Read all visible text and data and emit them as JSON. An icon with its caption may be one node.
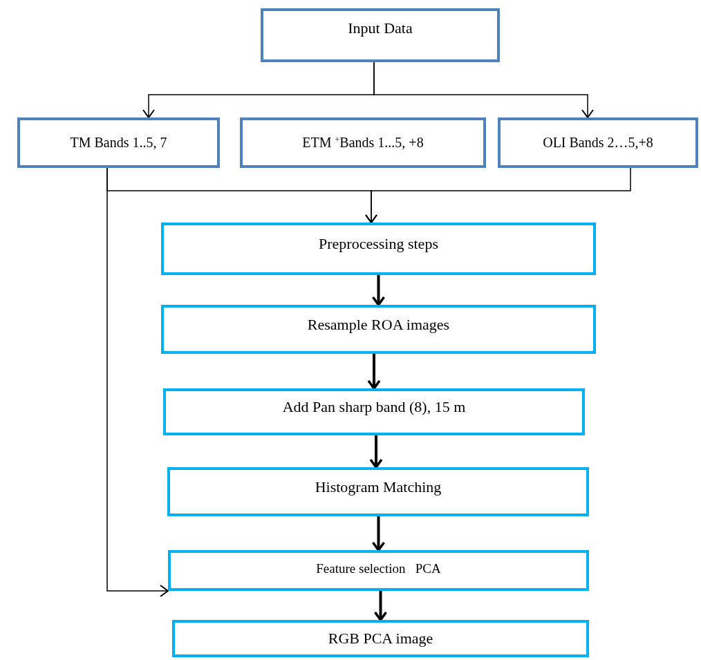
{
  "diagram": {
    "nodes": [
      {
        "text": [
          "Input Data"
        ]
      },
      {
        "text": [
          "TM Bands 1..5, 7"
        ]
      },
      {
        "text": [
          "ETM $^{+}$Bands 1...5, +8"
        ]
      },
      {
        "text": [
          "OLI Bands 2…5,+8"
        ]
      },
      {
        "text": [
          "Preprocessing steps"
        ]
      },
      {
        "text": [
          "Resample ROA images"
        ]
      },
      {
        "text": [
          "Add Pan sharp band (8), 15 m"
        ]
      },
      {
        "text": [
          "Histogram Matching"
        ]
      },
      {
        "text": [
          "Feature selection   PCA"
        ]
      },
      {
        "text": [
          "RGB PCA image"
        ]
      }
    ],
    "edges": [
      {
        "from": 0,
        "to": 1,
        "arrow": "to"
      },
      {
        "from": 0,
        "to": 3,
        "arrow": "to"
      },
      {
        "from": 1,
        "to": 4,
        "arrow": "to"
      },
      {
        "from": 3,
        "to": 4,
        "arrow": "to"
      },
      {
        "from": 1,
        "to": 8,
        "arrow": "to"
      },
      {
        "from": 4,
        "to": 5,
        "arrow": "to",
        "style": "thick"
      },
      {
        "from": 5,
        "to": 6,
        "arrow": "to",
        "style": "thick"
      },
      {
        "from": 6,
        "to": 7,
        "arrow": "to",
        "style": "thick"
      },
      {
        "from": 7,
        "to": 8,
        "arrow": "to",
        "style": "thick"
      },
      {
        "from": 8,
        "to": 9,
        "arrow": "to",
        "style": "thick"
      }
    ]
  }
}
